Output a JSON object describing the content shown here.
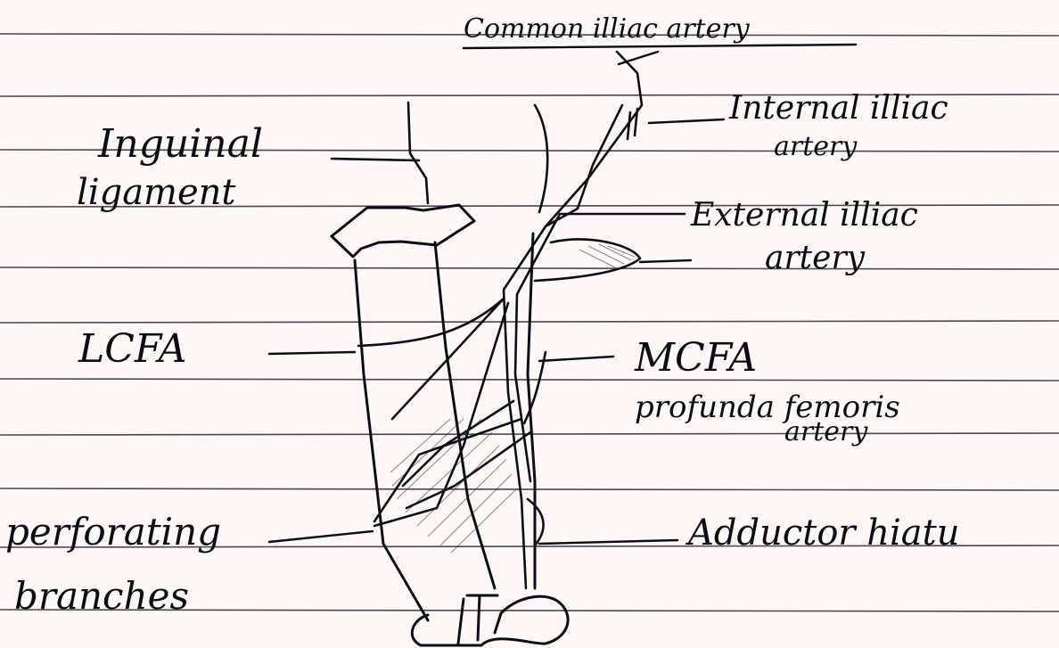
{
  "diagram": {
    "labels": {
      "common_iliac": "Common illiac artery",
      "internal_iliac_1": "Internal illiac",
      "internal_iliac_2": "artery",
      "inguinal_1": "Inguinal",
      "inguinal_2": "ligament",
      "external_iliac_1": "External illiac",
      "external_iliac_2": "artery",
      "lcfa": "LCFA",
      "mcfa": "MCFA",
      "profunda_1": "profunda femoris",
      "profunda_2": "artery",
      "perforating_1": "perforating",
      "perforating_2": "branches",
      "adductor": "Adductor hiatu"
    },
    "colors": {
      "paper": "#fbf8f6",
      "rule_line": "#2a2a33",
      "ink": "#0c0c14"
    }
  }
}
